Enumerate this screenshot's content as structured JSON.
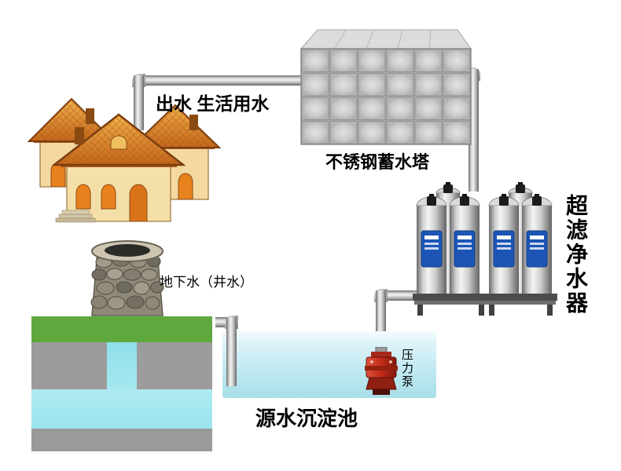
{
  "labels": {
    "outflow": "出水 生活用水",
    "tank": "不锈钢蓄水塔",
    "well": "地下水（井水）",
    "pool": "源水沉淀池",
    "pump": "压力泵",
    "filter": "超滤净水器"
  },
  "colors": {
    "pipe_gray": "#bdbdbd",
    "water_cyan": "#a5e7ef",
    "grass_green": "#5fa83e",
    "soil_gray": "#9c9c9c",
    "pump_red": "#c22b18",
    "filter_label_blue": "#1c55b5",
    "tank_steel": "#c9c9c9"
  }
}
